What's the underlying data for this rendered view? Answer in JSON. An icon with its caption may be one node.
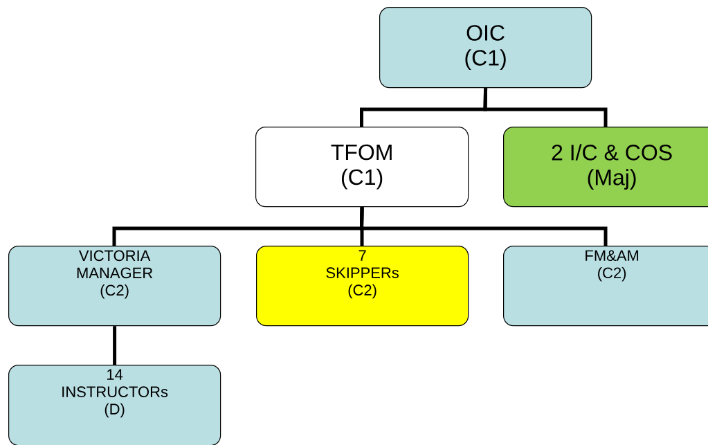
{
  "diagram": {
    "nodes": [
      {
        "text": [
          "OIC (C1)"
        ]
      },
      {
        "text": [
          "TFOM (C1)"
        ]
      },
      {
        "text": [
          "2 I/C & COS (Maj)"
        ]
      },
      {
        "text": [
          "VICTORIA MANAGER (C2)"
        ]
      },
      {
        "text": [
          "7 SKIPPERs (C2)"
        ]
      },
      {
        "text": [
          "FM&AM (C2)"
        ]
      },
      {
        "text": [
          "14 INSTRUCTORs (D)"
        ]
      }
    ],
    "edges": [
      {
        "from": 0,
        "to": 1,
        "arrow": "none"
      },
      {
        "from": 0,
        "to": 2,
        "arrow": "none"
      },
      {
        "from": 1,
        "to": 3,
        "arrow": "none"
      },
      {
        "from": 1,
        "to": 4,
        "arrow": "none"
      },
      {
        "from": 1,
        "to": 5,
        "arrow": "none"
      },
      {
        "from": 3,
        "to": 6,
        "arrow": "none"
      }
    ]
  }
}
